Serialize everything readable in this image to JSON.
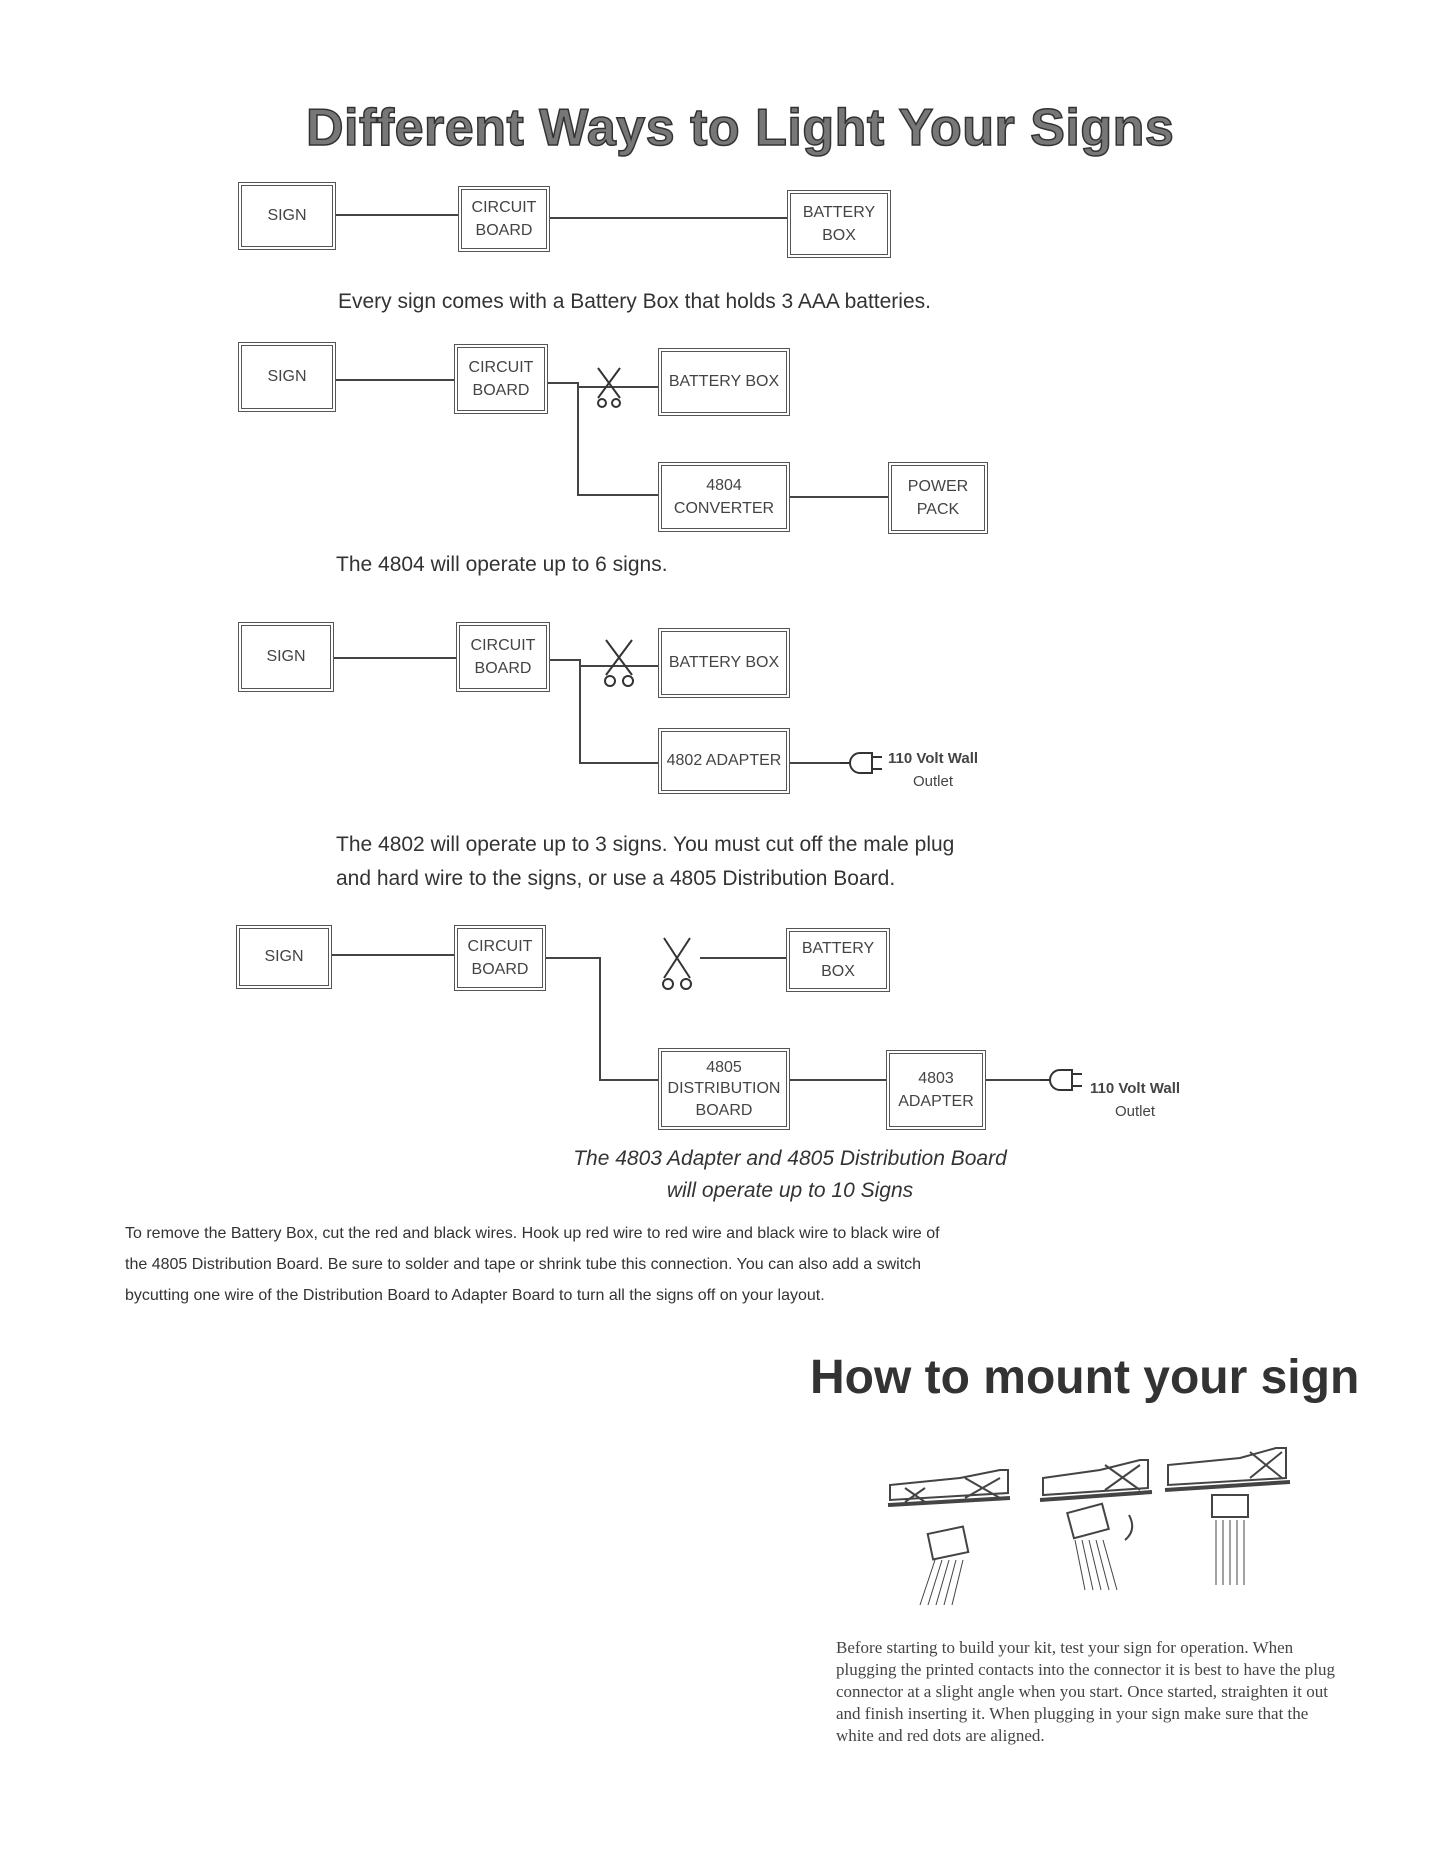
{
  "title": "Different Ways to Light Your Signs",
  "diagram1": {
    "sign": "SIGN",
    "circuit_board": [
      "CIRCUIT",
      "BOARD"
    ],
    "battery_box": [
      "BATTERY",
      "BOX"
    ],
    "caption": "Every sign comes with a Battery Box that holds 3 AAA batteries."
  },
  "diagram2": {
    "sign": "SIGN",
    "circuit_board": [
      "CIRCUIT",
      "BOARD"
    ],
    "battery_box": "BATTERY BOX",
    "converter": [
      "4804",
      "CONVERTER"
    ],
    "power_pack": [
      "POWER",
      "PACK"
    ],
    "caption": "The 4804 will operate up to 6 signs."
  },
  "diagram3": {
    "sign": "SIGN",
    "circuit_board": [
      "CIRCUIT",
      "BOARD"
    ],
    "battery_box": "BATTERY BOX",
    "adapter": "4802 ADAPTER",
    "outlet": [
      "110 Volt Wall",
      "Outlet"
    ],
    "caption": [
      "The 4802 will operate up to 3 signs.  You must cut off the male plug",
      "and hard wire to the signs, or use a 4805 Distribution Board."
    ]
  },
  "diagram4": {
    "sign": "SIGN",
    "circuit_board": [
      "CIRCUIT",
      "BOARD"
    ],
    "battery_box": [
      "BATTERY",
      "BOX"
    ],
    "distribution": [
      "4805",
      "DISTRIBUTION",
      "BOARD"
    ],
    "adapter": [
      "4803",
      "ADAPTER"
    ],
    "outlet": [
      "110 Volt Wall",
      "Outlet"
    ],
    "caption": [
      "The 4803 Adapter and 4805 Distribution Board",
      "will operate up to 10 Signs"
    ]
  },
  "instructions": [
    "To remove the Battery Box, cut the red and black wires. Hook up red wire to red wire and black wire to black wire of",
    "the 4805 Distribution Board. Be sure to solder and tape or shrink tube this connection. You can also add a switch",
    "bycutting one wire of the Distribution Board to Adapter Board to turn all the signs off on your layout."
  ],
  "mount": {
    "title": "How to mount your sign",
    "text": "Before starting to build your kit, test your sign for operation. When plugging the printed contacts into the connector it is best to have the plug connector at a slight angle when you start. Once started, straighten it out and finish inserting it. When plugging in your sign make sure that the white and red dots are aligned."
  }
}
